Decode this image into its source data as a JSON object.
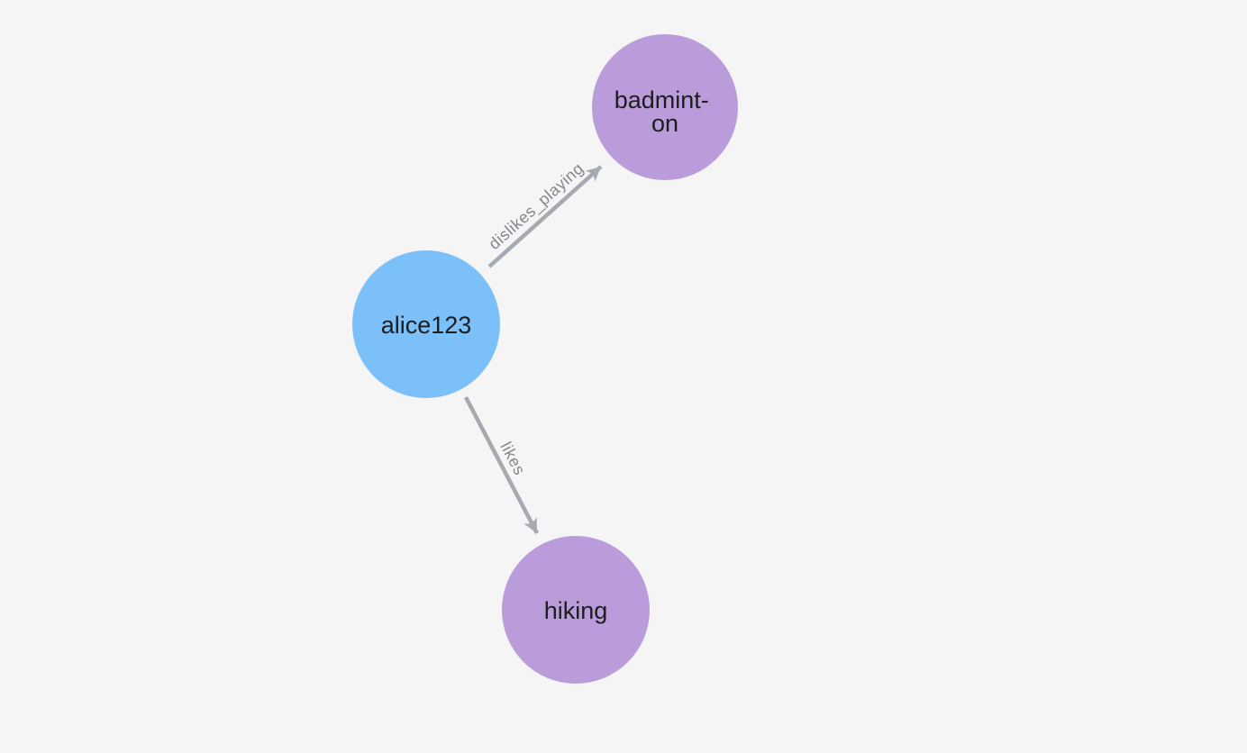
{
  "page": {
    "background": "#f5f5f6"
  },
  "graph": {
    "nodes": [
      {
        "label": "alice123",
        "color": "#7cc0f9"
      },
      {
        "label": "badminton",
        "display_lines": [
          "badmint-",
          "on"
        ],
        "color": "#b99cd9"
      },
      {
        "label": "hiking",
        "color": "#b99cd9"
      }
    ],
    "edges": [
      {
        "from": "alice123",
        "to": "badminton",
        "label": "dislikes_playing"
      },
      {
        "from": "alice123",
        "to": "hiking",
        "label": "likes"
      }
    ],
    "style": {
      "edge_color": "#a5a9b0",
      "edge_label_color": "#84878c",
      "node_label_color": "#1d1d1f"
    }
  }
}
